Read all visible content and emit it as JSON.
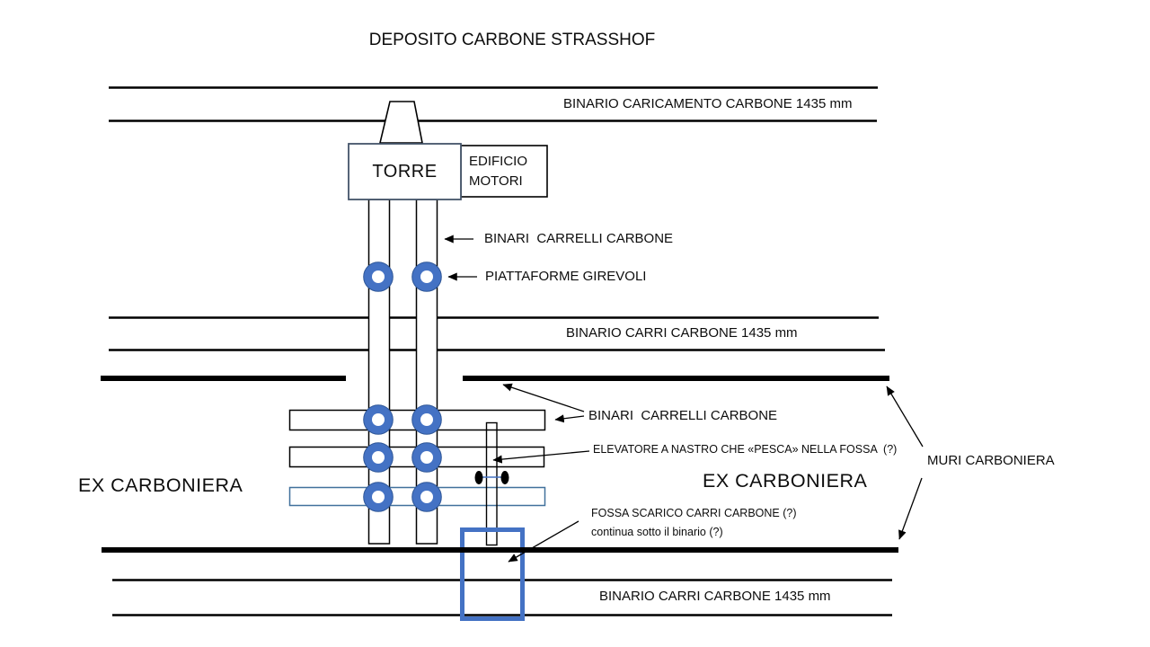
{
  "title": "DEPOSITO CARBONE STRASSHOF",
  "colors": {
    "accent_blue": "#4472C4",
    "accent_blue_dark": "#2E5697",
    "row_blue_border": "#41719C",
    "torre_border": "#44546A"
  },
  "structures": {
    "torre": "TORRE",
    "edificio_motori": [
      "EDIFICIO",
      "MOTORI"
    ]
  },
  "tracks": {
    "caricamento": "BINARIO CARICAMENTO CARBONE 1435 mm",
    "carri_mid": "BINARIO CARRI CARBONE 1435 mm",
    "carri_bottom": "BINARIO CARRI CARBONE 1435 mm"
  },
  "annotations": {
    "binari_carrelli_top": "BINARI  CARRELLI CARBONE",
    "piattaforme_girevoli": "PIATTAFORME GIREVOLI",
    "binari_carrelli_mid": "BINARI  CARRELLI CARBONE",
    "elevatore": "ELEVATORE A NASTRO CHE «PESCA» NELLA FOSSA  (?)",
    "muri_carboniera": "MURI CARBONIERA",
    "fossa_line1": "FOSSA SCARICO CARRI CARBONE (?)",
    "fossa_line2": "continua sotto il binario (?)"
  },
  "areas": {
    "ex_carboniera_left": "EX CARBONIERA",
    "ex_carboniera_right": "EX CARBONIERA"
  }
}
